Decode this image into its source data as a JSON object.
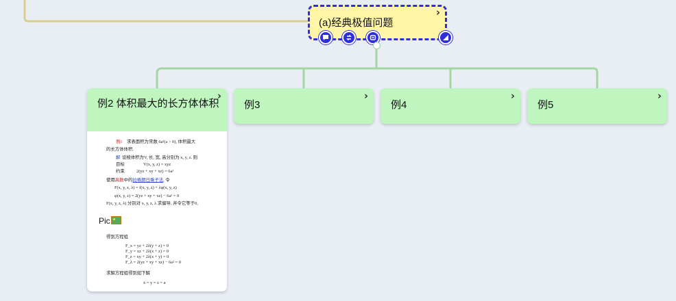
{
  "parent": {
    "title": "(a)经典极值问题"
  },
  "children": [
    {
      "title": "例2 体积最大的长方体体积"
    },
    {
      "title": "例3"
    },
    {
      "title": "例4"
    },
    {
      "title": "例5"
    }
  ],
  "doc": {
    "line1_a": "例1",
    "line1_b": "求表面积为常数 6a²(a > 0), 体积最大",
    "line2": "的长方体体积.",
    "line3_a": "解",
    "line3_b": "设棱体积为V, 长, 宽, 高分别为 x, y, z. 则",
    "line4_a": "目标",
    "line4_b": "V(x, y, z) = xyz",
    "line5_a": "约束",
    "line5_b": "2(yz + xy + xz) = 6a²",
    "line6_a": "使用",
    "line6_b": "高数",
    "line6_c": "中的",
    "line6_d": "拉格朗日乘子法",
    "line6_e": ", 令",
    "line7": "F(x, y, z, λ) = f(x, y, z) + λφ(x, y, z)",
    "line8": "φ(x, y, z) = 2(yz + xy + xz) − 6a² = 0",
    "line9": "F(x, y, z, λ) 分别对 x, y, z, λ 求偏导, 并令它等于0,",
    "pic_label": "Pic",
    "line10": "得到方程组",
    "eq1": "F_x = yz + 2λ(y + z) = 0",
    "eq2": "F_y = xz + 2λ(x + z) = 0",
    "eq3": "F_z = xy + 2λ(x + y) = 0",
    "eq4": "F_λ = 2(yz + xy + xz) − 6a² = 0",
    "line11": "求解方程组得到如下解",
    "line12": "x = y = z = a"
  },
  "icons": [
    "comment-icon",
    "link-icon",
    "sync-icon",
    "resize-icon",
    "chevron-right-icon"
  ],
  "colors": {
    "background": "#e9eef4",
    "parent_fill": "#fff5a6",
    "parent_border": "#2f2fd9",
    "card_fill": "#bff5bf",
    "connector": "#a5d6a0",
    "left_connector": "#d9ce8a"
  }
}
